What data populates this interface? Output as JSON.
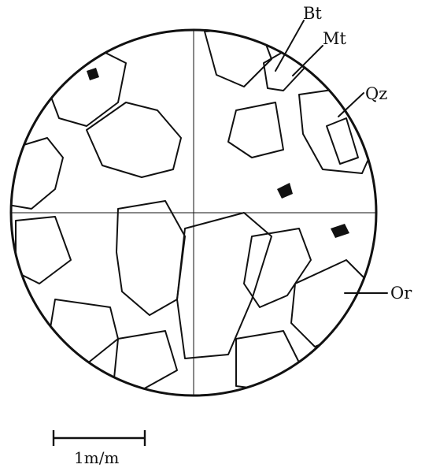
{
  "labels": {
    "bt": "Bt",
    "mt": "Mt",
    "qz": "Qz",
    "or": "Or"
  },
  "scale_bar": {
    "label": "1m/m"
  }
}
